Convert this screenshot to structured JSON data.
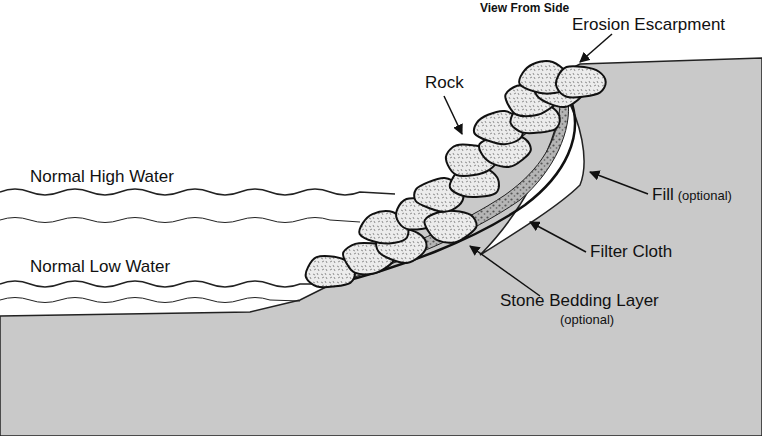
{
  "diagram": {
    "title": "View From Side",
    "labels": [
      "Erosion Escarpment",
      "Rock",
      "Normal High Water",
      "Normal Low Water",
      "Fill",
      "(optional)",
      "Filter Cloth",
      "Stone Bedding Layer",
      "(optional)"
    ]
  }
}
